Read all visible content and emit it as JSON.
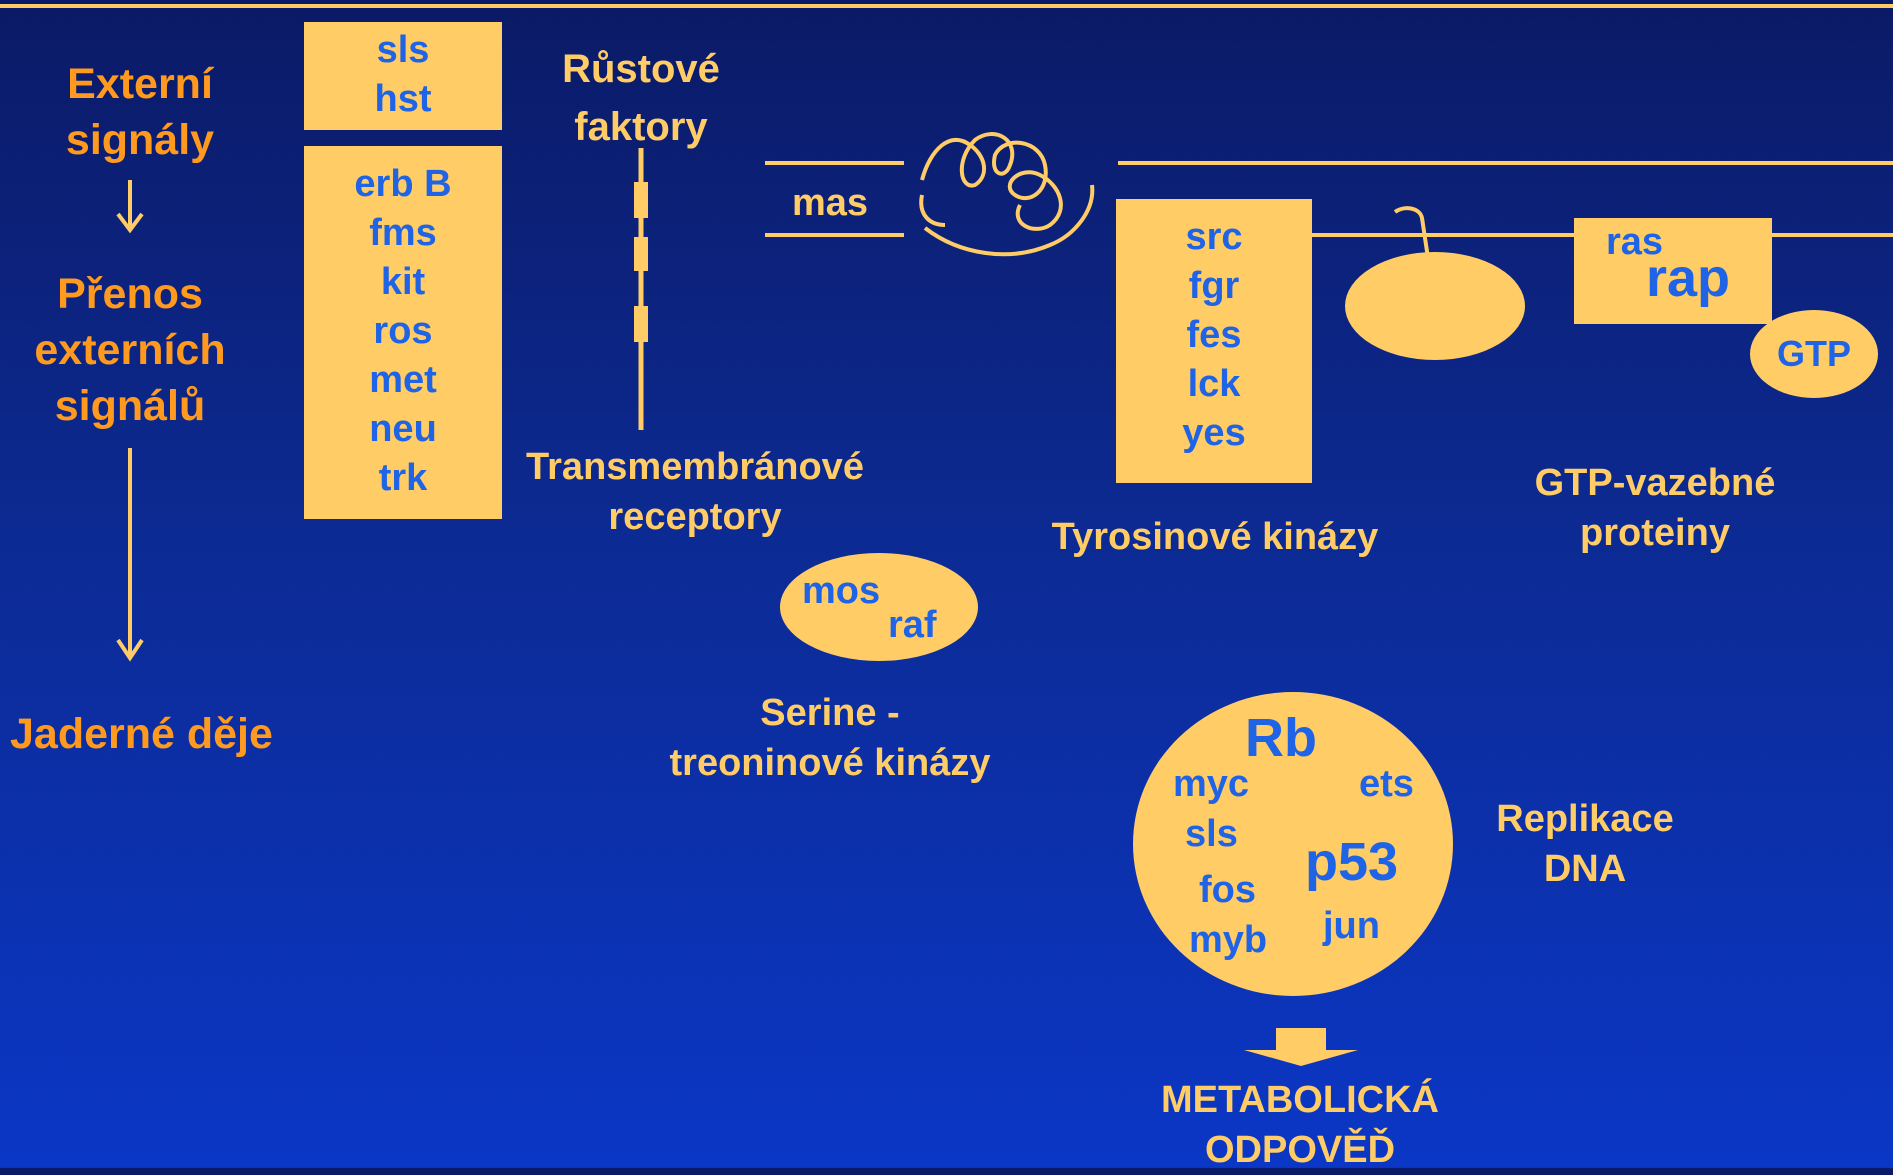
{
  "left_column": {
    "external_signals": [
      "Externí",
      "signály"
    ],
    "transfer": [
      "Přenos",
      "externích",
      "signálů"
    ],
    "nuclear": "Jaderné děje"
  },
  "growth_factor_genes_top": [
    "sls",
    "hst"
  ],
  "growth_factor_genes_bottom": [
    "erb B",
    "fms",
    "kit",
    "ros",
    "met",
    "neu",
    "trk"
  ],
  "growth_factors_label": [
    "Růstové",
    "faktory"
  ],
  "transmembrane_label": [
    "Transmembránové",
    "receptory"
  ],
  "mas_label": "mas",
  "serine_genes": [
    "mos",
    "raf"
  ],
  "serine_label": [
    "Serine -",
    "treoninové kinázy"
  ],
  "tyrosine_genes": [
    "src",
    "fgr",
    "fes",
    "lck",
    "yes"
  ],
  "tyrosine_label": "Tyrosinové kinázy",
  "gtp_box": {
    "small": "ras",
    "large": "rap"
  },
  "gtp_ellipse": "GTP",
  "gtp_label": [
    "GTP-vazebné",
    "proteiny"
  ],
  "nucleus_genes": {
    "rb": "Rb",
    "myc": "myc",
    "ets": "ets",
    "sls": "sls",
    "p53": "p53",
    "fos": "fos",
    "jun": "jun",
    "myb": "myb"
  },
  "replication_label": [
    "Replikace",
    "DNA"
  ],
  "metabolic_response": [
    "METABOLICKÁ",
    "ODPOVĚĎ"
  ],
  "colors": {
    "accent_orange": "#ff9a1f",
    "shape_fill": "#ffcc66",
    "gene_text": "#1f63e6"
  }
}
